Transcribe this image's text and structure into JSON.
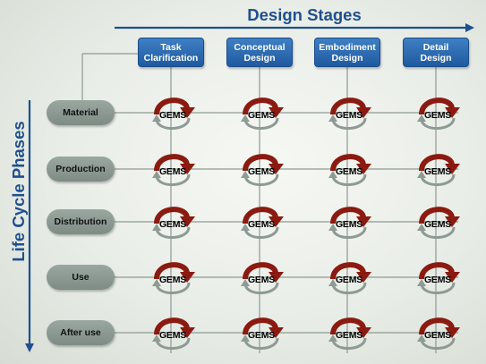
{
  "diagram": {
    "horizontal_title": "Design Stages",
    "vertical_title": "Life Cycle Phases",
    "stages": [
      {
        "label": "Task\nClarification"
      },
      {
        "label": "Conceptual\nDesign"
      },
      {
        "label": "Embodiment\nDesign"
      },
      {
        "label": "Detail\nDesign"
      }
    ],
    "phases": [
      {
        "label": "Material"
      },
      {
        "label": "Production"
      },
      {
        "label": "Distribution"
      },
      {
        "label": "Use"
      },
      {
        "label": "After use"
      }
    ],
    "cell_label": "GEMS",
    "colors": {
      "title": "#1f4f8e",
      "stage_box": "#2c68ad",
      "phase_pill": "#8c9993",
      "arrow_red": "#8b1a10",
      "arrow_gray": "#8e9a94",
      "grid_line": "#8e9a94"
    }
  }
}
